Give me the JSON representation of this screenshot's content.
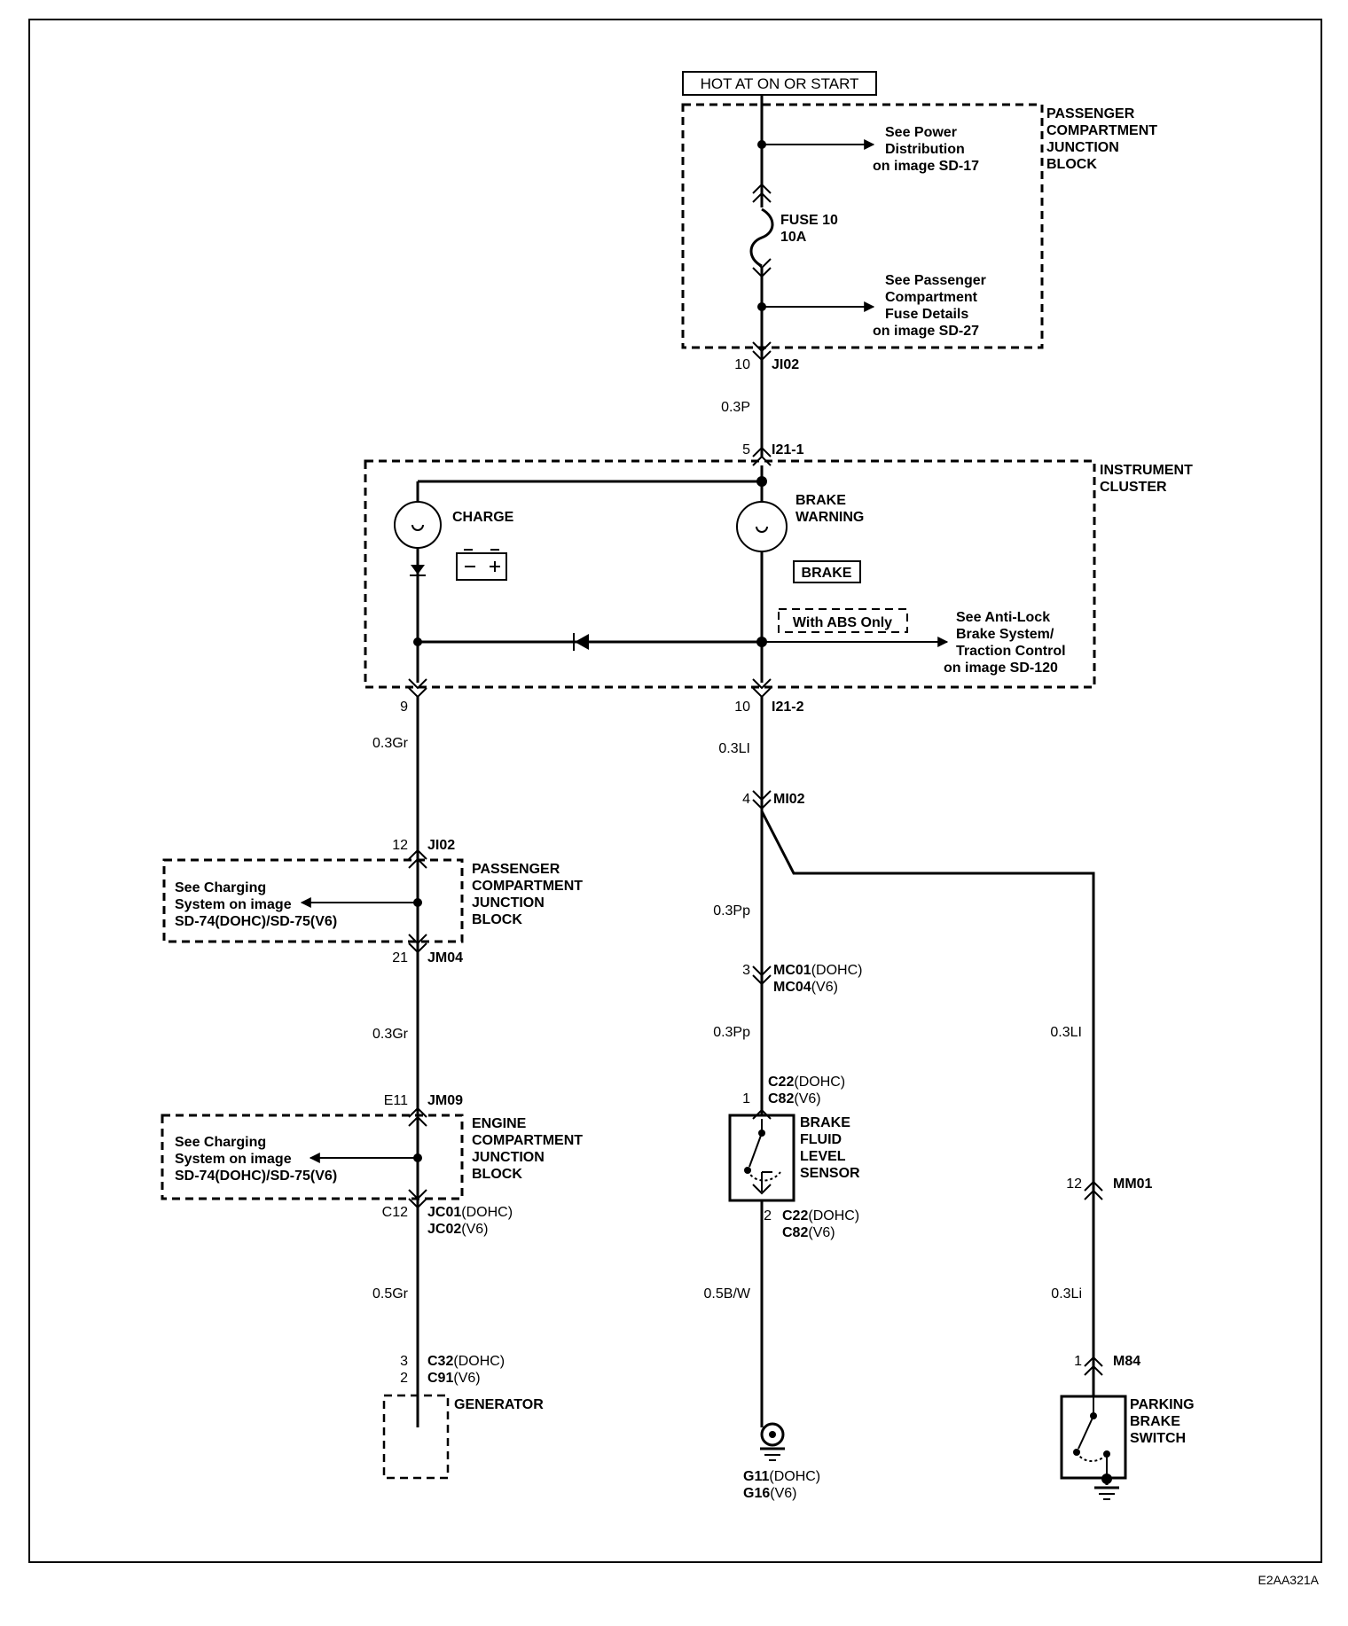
{
  "power": {
    "label": "HOT AT ON OR START"
  },
  "pcjb_top": {
    "name": [
      "PASSENGER",
      "COMPARTMENT",
      "JUNCTION",
      "BLOCK"
    ],
    "ref_power": [
      "See Power",
      "Distribution",
      "on image SD-17"
    ],
    "fuse": [
      "FUSE 10",
      "10A"
    ],
    "ref_fuse": [
      "See Passenger",
      "Compartment",
      "Fuse Details",
      "on image SD-27"
    ]
  },
  "conn_ji02_top": {
    "pin": "10",
    "name": "JI02"
  },
  "wire_top": "0.3P",
  "conn_i21_1": {
    "pin": "5",
    "name": "I21-1"
  },
  "cluster": {
    "name": [
      "INSTRUMENT",
      "CLUSTER"
    ],
    "charge": "CHARGE",
    "brake_warning": [
      "BRAKE",
      "WARNING"
    ],
    "brake_badge": "BRAKE",
    "abs_only": "With ABS Only",
    "ref_abs": [
      "See Anti-Lock",
      "Brake System/",
      "Traction Control",
      "on image SD-120"
    ]
  },
  "conn_i21_2": {
    "pin_left": "9",
    "pin_right": "10",
    "name": "I21-2"
  },
  "left_branch": {
    "wire1": "0.3Gr",
    "ji02": {
      "pin": "12",
      "name": "JI02"
    },
    "pcjb_name": [
      "PASSENGER",
      "COMPARTMENT",
      "JUNCTION",
      "BLOCK"
    ],
    "pcjb_ref": [
      "See Charging",
      "System on image",
      "SD-74(DOHC)/SD-75(V6)"
    ],
    "jm04": {
      "pin": "21",
      "name": "JM04"
    },
    "wire2": "0.3Gr",
    "jm09": {
      "pin": "E11",
      "name": "JM09"
    },
    "ecjb_name": [
      "ENGINE",
      "COMPARTMENT",
      "JUNCTION",
      "BLOCK"
    ],
    "ecjb_ref": [
      "See Charging",
      "System on image",
      "SD-74(DOHC)/SD-75(V6)"
    ],
    "jc01": {
      "pin": "C12",
      "name1": "JC01",
      "sfx1": "(DOHC)",
      "name2": "JC02",
      "sfx2": "(V6)"
    },
    "wire3": "0.5Gr",
    "c32": {
      "pin1": "3",
      "pin2": "2",
      "name1": "C32",
      "sfx1": "(DOHC)",
      "name2": "C91",
      "sfx2": "(V6)"
    },
    "generator": "GENERATOR"
  },
  "middle_branch": {
    "wire1": "0.3LI",
    "mi02": {
      "pin": "4",
      "name": "MI02"
    },
    "wire2": "0.3Pp",
    "mc01": {
      "pin": "3",
      "name1": "MC01",
      "sfx1": "(DOHC)",
      "name2": "MC04",
      "sfx2": "(V6)"
    },
    "wire3": "0.3Pp",
    "c22_top": {
      "pin": "1",
      "name1": "C22",
      "sfx1": "(DOHC)",
      "name2": "C82",
      "sfx2": "(V6)"
    },
    "sensor": [
      "BRAKE",
      "FLUID",
      "LEVEL",
      "SENSOR"
    ],
    "c22_bot": {
      "pin": "2",
      "name1": "C22",
      "sfx1": "(DOHC)",
      "name2": "C82",
      "sfx2": "(V6)"
    },
    "wire4": "0.5B/W",
    "ground": {
      "name1": "G11",
      "sfx1": "(DOHC)",
      "name2": "G16",
      "sfx2": "(V6)"
    }
  },
  "right_branch": {
    "wire1": "0.3LI",
    "mm01": {
      "pin": "12",
      "name": "MM01"
    },
    "wire2": "0.3Li",
    "m84": {
      "pin": "1",
      "name": "M84"
    },
    "switch": [
      "PARKING",
      "BRAKE",
      "SWITCH"
    ]
  },
  "figure_code": "E2AA321A"
}
